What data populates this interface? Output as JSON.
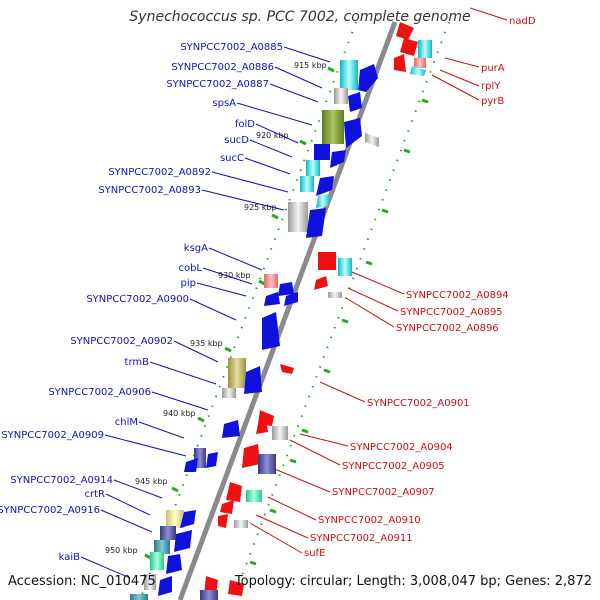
{
  "title": "Synechococcus sp. PCC 7002, complete genome",
  "footer": {
    "accession": "Accession: NC_010475",
    "topology": "Topology: circular; Length: 3,008,047 bp; Genes: 2,872"
  },
  "colors": {
    "left_label": "#1111bb",
    "right_label": "#cc1111",
    "backbone": "#8a8a8a",
    "tick": "#22aa22"
  },
  "kbp_labels": [
    "915 kbp",
    "920 kbp",
    "925 kbp",
    "930 kbp",
    "935 kbp",
    "940 kbp",
    "945 kbp",
    "950 kbp"
  ],
  "left_genes": [
    "SYNPCC7002_A0885",
    "SYNPCC7002_A0886",
    "SYNPCC7002_A0887",
    "spsA",
    "folD",
    "sucD",
    "sucC",
    "SYNPCC7002_A0892",
    "SYNPCC7002_A0893",
    "ksgA",
    "cobL",
    "pip",
    "SYNPCC7002_A0900",
    "SYNPCC7002_A0902",
    "trmB",
    "SYNPCC7002_A0906",
    "chlM",
    "SYNPCC7002_A0909",
    "SYNPCC7002_A0914",
    "crtR",
    "SYNPCC7002_A0916",
    "kaiB"
  ],
  "right_genes": [
    "nadD",
    "purA",
    "rplY",
    "pyrB",
    "SYNPCC7002_A0894",
    "SYNPCC7002_A0895",
    "SYNPCC7002_A0896",
    "SYNPCC7002_A0901",
    "SYNPCC7002_A0904",
    "SYNPCC7002_A0905",
    "SYNPCC7002_A0907",
    "SYNPCC7002_A0910",
    "SYNPCC7002_A0911",
    "sufE"
  ]
}
